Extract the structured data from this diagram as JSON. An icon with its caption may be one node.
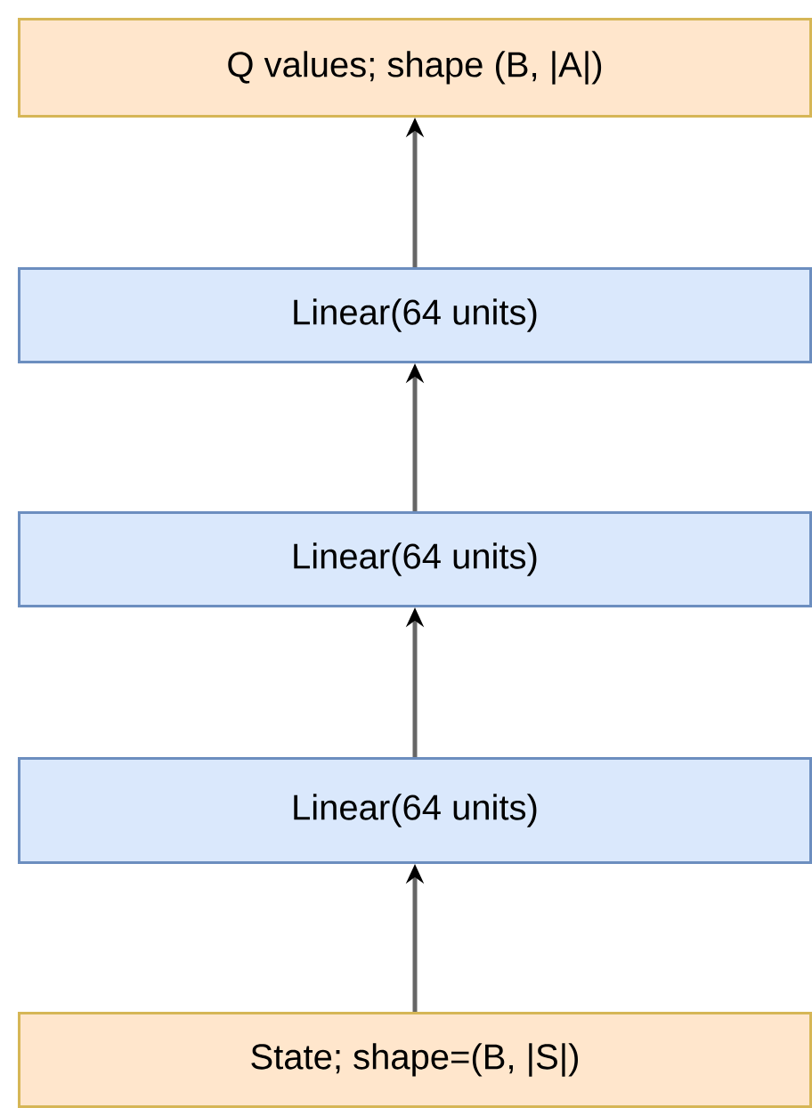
{
  "diagram": {
    "nodes": [
      {
        "text": [
          "Q values; shape (B, |A|)"
        ]
      },
      {
        "text": [
          "Linear(64 units)"
        ]
      },
      {
        "text": [
          "Linear(64 units)"
        ]
      },
      {
        "text": [
          "Linear(64 units)"
        ]
      },
      {
        "text": [
          "State; shape=(B, |S|)"
        ]
      }
    ],
    "edges": [
      {
        "from": 4,
        "to": 3,
        "arrow": "to"
      },
      {
        "from": 3,
        "to": 2,
        "arrow": "to"
      },
      {
        "from": 2,
        "to": 1,
        "arrow": "to"
      },
      {
        "from": 1,
        "to": 0,
        "arrow": "to"
      }
    ]
  }
}
